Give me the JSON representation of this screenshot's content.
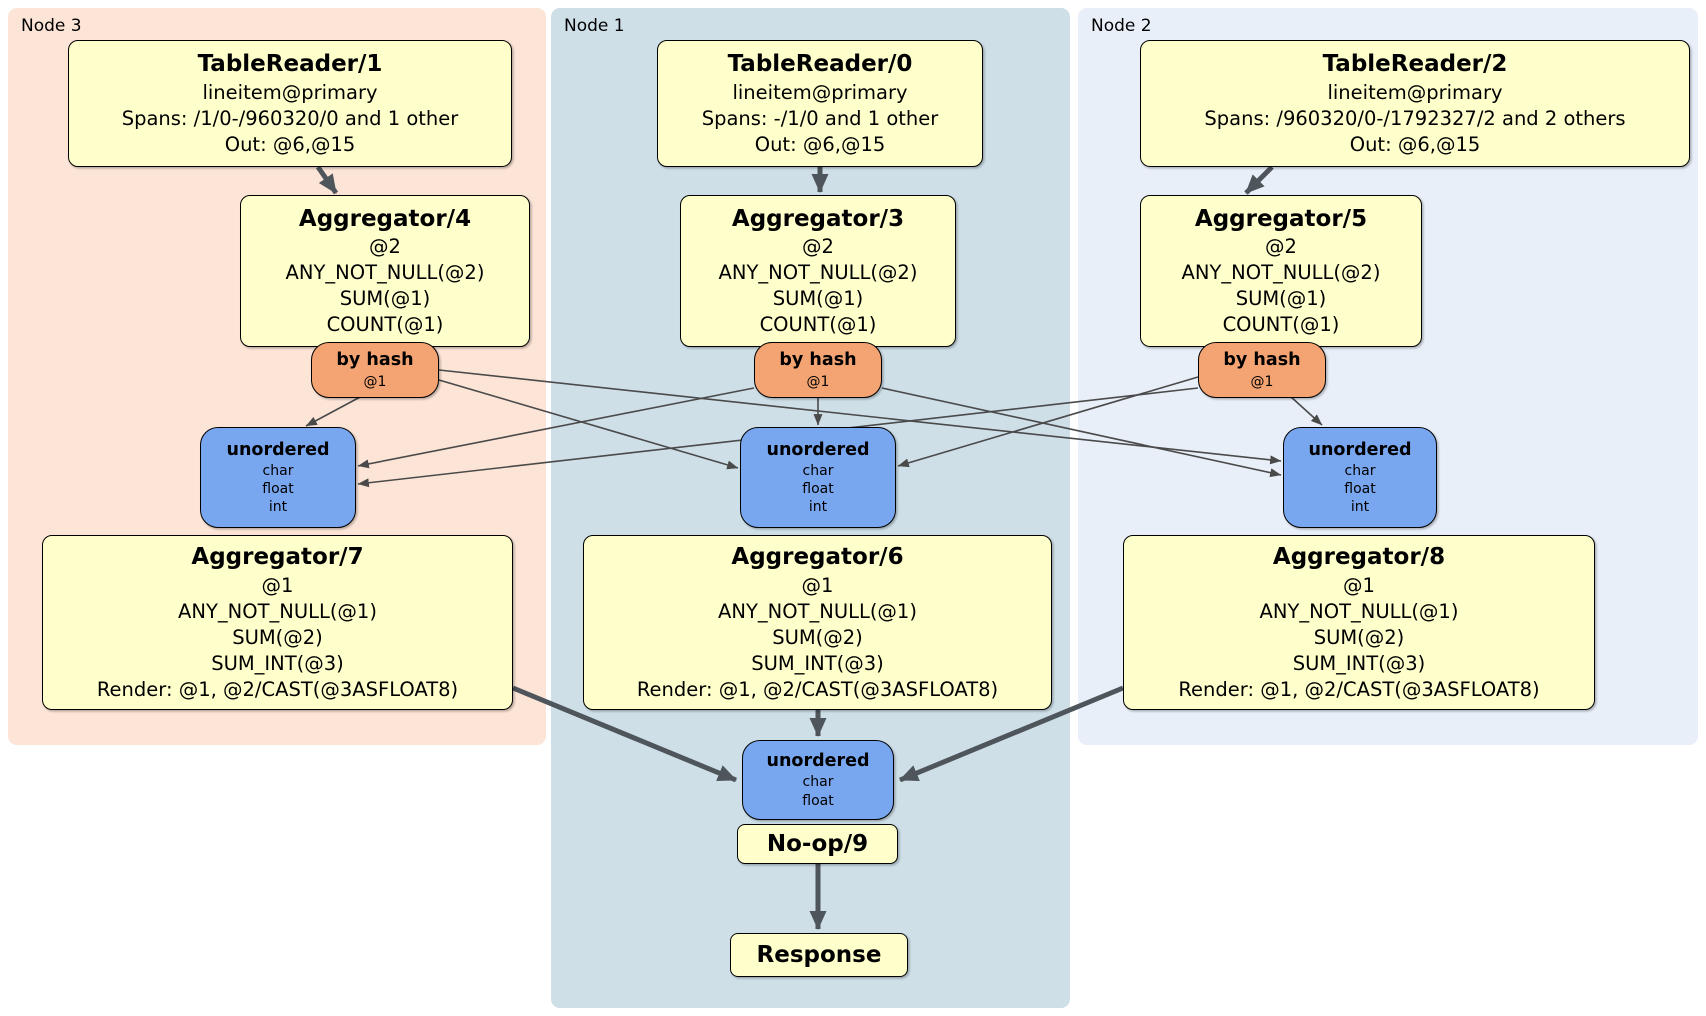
{
  "colors": {
    "panel_node3": "#FCE4D6",
    "panel_node1": "#CEDFE8",
    "panel_node2": "#E9EFF9",
    "processor_fill": "#FFFFCC",
    "router_fill": "#F4A472",
    "sync_fill": "#78A7F0",
    "box_border": "#000000",
    "edge_color": "#4A4A4A",
    "arrow_color": "#4E555B",
    "text_color": "#000000"
  },
  "panels": {
    "node3": {
      "label": "Node 3"
    },
    "node1": {
      "label": "Node 1"
    },
    "node2": {
      "label": "Node 2"
    }
  },
  "processors": {
    "tr1": {
      "title": "TableReader/1",
      "lines": [
        "lineitem@primary",
        "Spans: /1/0-/960320/0 and 1 other",
        "Out: @6,@15"
      ]
    },
    "tr0": {
      "title": "TableReader/0",
      "lines": [
        "lineitem@primary",
        "Spans: -/1/0 and 1 other",
        "Out: @6,@15"
      ]
    },
    "tr2": {
      "title": "TableReader/2",
      "lines": [
        "lineitem@primary",
        "Spans: /960320/0-/1792327/2 and 2 others",
        "Out: @6,@15"
      ]
    },
    "agg4": {
      "title": "Aggregator/4",
      "lines": [
        "@2",
        "ANY_NOT_NULL(@2)",
        "SUM(@1)",
        "COUNT(@1)"
      ]
    },
    "agg3": {
      "title": "Aggregator/3",
      "lines": [
        "@2",
        "ANY_NOT_NULL(@2)",
        "SUM(@1)",
        "COUNT(@1)"
      ]
    },
    "agg5": {
      "title": "Aggregator/5",
      "lines": [
        "@2",
        "ANY_NOT_NULL(@2)",
        "SUM(@1)",
        "COUNT(@1)"
      ]
    },
    "agg7": {
      "title": "Aggregator/7",
      "lines": [
        "@1",
        "ANY_NOT_NULL(@1)",
        "SUM(@2)",
        "SUM_INT(@3)",
        "Render: @1, @2/CAST(@3ASFLOAT8)"
      ]
    },
    "agg6": {
      "title": "Aggregator/6",
      "lines": [
        "@1",
        "ANY_NOT_NULL(@1)",
        "SUM(@2)",
        "SUM_INT(@3)",
        "Render: @1, @2/CAST(@3ASFLOAT8)"
      ]
    },
    "agg8": {
      "title": "Aggregator/8",
      "lines": [
        "@1",
        "ANY_NOT_NULL(@1)",
        "SUM(@2)",
        "SUM_INT(@3)",
        "Render: @1, @2/CAST(@3ASFLOAT8)"
      ]
    },
    "noop": {
      "title": "No-op/9"
    },
    "response": {
      "title": "Response"
    }
  },
  "routers": {
    "hash3": {
      "title": "by hash",
      "detail": "@1"
    },
    "hash1": {
      "title": "by hash",
      "detail": "@1"
    },
    "hash2": {
      "title": "by hash",
      "detail": "@1"
    }
  },
  "syncs": {
    "un3": {
      "title": "unordered",
      "lines": [
        "char",
        "float",
        "int"
      ]
    },
    "un1": {
      "title": "unordered",
      "lines": [
        "char",
        "float",
        "int"
      ]
    },
    "un2": {
      "title": "unordered",
      "lines": [
        "char",
        "float",
        "int"
      ]
    },
    "unfinal": {
      "title": "unordered",
      "lines": [
        "char",
        "float"
      ]
    }
  }
}
